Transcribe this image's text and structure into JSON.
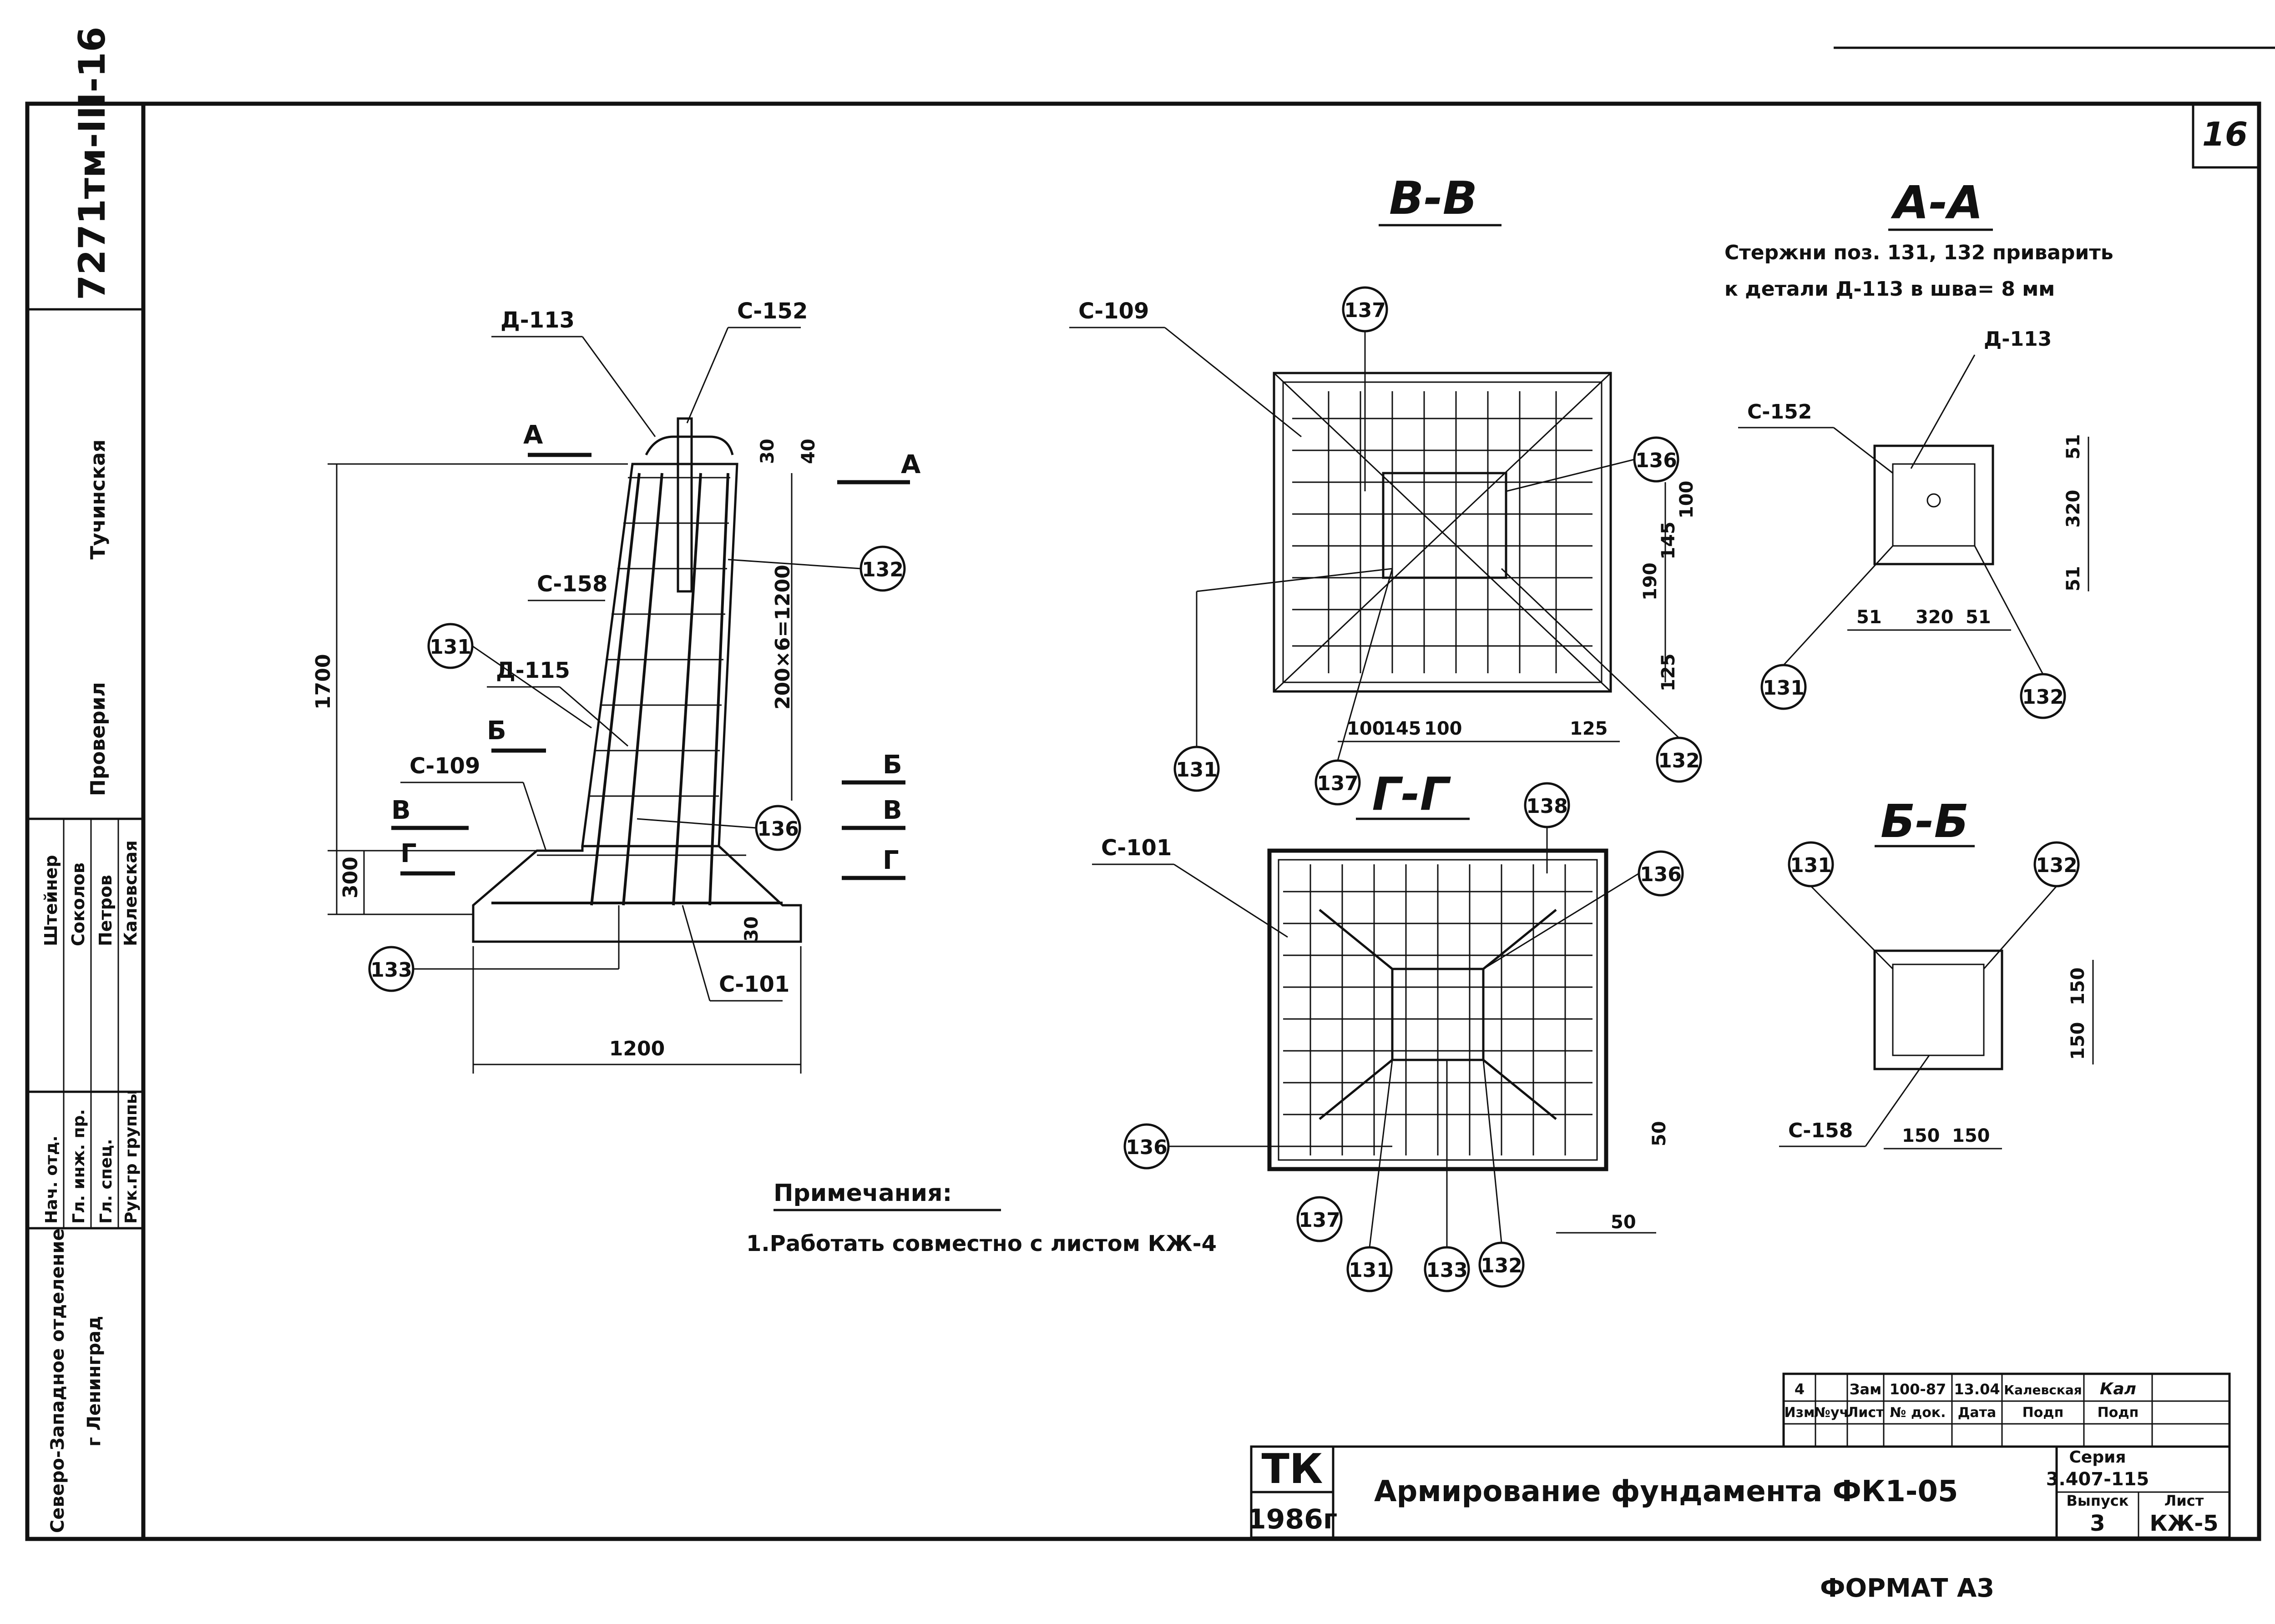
{
  "sheet_number": "16",
  "archive_code": "7271тм-III-16",
  "format": "ФОРМАТ А3",
  "sections": {
    "vv": "В-В",
    "aa": "А-А",
    "gg": "Г-Г",
    "bb": "Б-Б"
  },
  "weld_note": {
    "line1": "Стержни поз. 131, 132 приварить",
    "line2": "к детали Д-113 в шва= 8 мм"
  },
  "elevation": {
    "d113": "Д-113",
    "c152": "С-152",
    "c158": "С-158",
    "d115": "Д-115",
    "c109": "С-109",
    "c101": "С-101",
    "cut_a": "А",
    "cut_b": "Б",
    "cut_v": "В",
    "cut_g": "Г",
    "dim_1700": "1700",
    "dim_300": "300",
    "dim_1200": "1200",
    "dim_30a": "30",
    "dim_40": "40",
    "dim_steps": "200×6=1200",
    "dim_30b": "30"
  },
  "markers": {
    "p131": "131",
    "p132": "132",
    "p133": "133",
    "p136": "136",
    "p137": "137",
    "p138": "138"
  },
  "vv_section": {
    "c109": "С-109",
    "d100a": "100",
    "d145a": "145",
    "d100b": "100",
    "d125a": "125",
    "d125b": "125",
    "d100c": "100",
    "d145b": "145",
    "d190": "190"
  },
  "gg_section": {
    "c101": "С-101",
    "d50a": "50",
    "d50b": "50"
  },
  "aa_section": {
    "d113": "Д-113",
    "c152": "С-152",
    "d51a": "51",
    "d320a": "320",
    "d51b": "51",
    "d51c": "51",
    "d320b": "320",
    "d51d": "51"
  },
  "bb_section": {
    "c158": "С-158",
    "d150a": "150",
    "d150b": "150",
    "d150c": "150",
    "d150d": "150"
  },
  "notes": {
    "title": "Примечания:",
    "item1": "1.Работать совместно с листом КЖ-4"
  },
  "left_stamp": {
    "org": "Северо-Западное отделение",
    "city": "г Ленинград",
    "roles": [
      "Рук.гр группы",
      "Гл. спец.",
      "Гл. инж. пр.",
      "Нач. отд."
    ],
    "names": [
      "Калевская",
      "Петров",
      "Соколов",
      "Штейнер"
    ],
    "checked_label": "Проверил",
    "checked_name": "Тучинская"
  },
  "title_block": {
    "tk": "ТК",
    "year": "1986г",
    "title": "Армирование фундамента ФК1-05",
    "rev_row": [
      "4",
      "",
      "Зам",
      "100-87",
      "13.04",
      "Калевская",
      "Кал"
    ],
    "header_row": [
      "Изм",
      "№уч",
      "Лист",
      "№ док.",
      "Дата",
      "Подп",
      "Подп"
    ],
    "series_label": "Серия",
    "series_value": "3.407-115",
    "issue_label": "Выпуск",
    "issue_value": "3",
    "sheet_label": "Лист",
    "sheet_value": "КЖ-5"
  }
}
